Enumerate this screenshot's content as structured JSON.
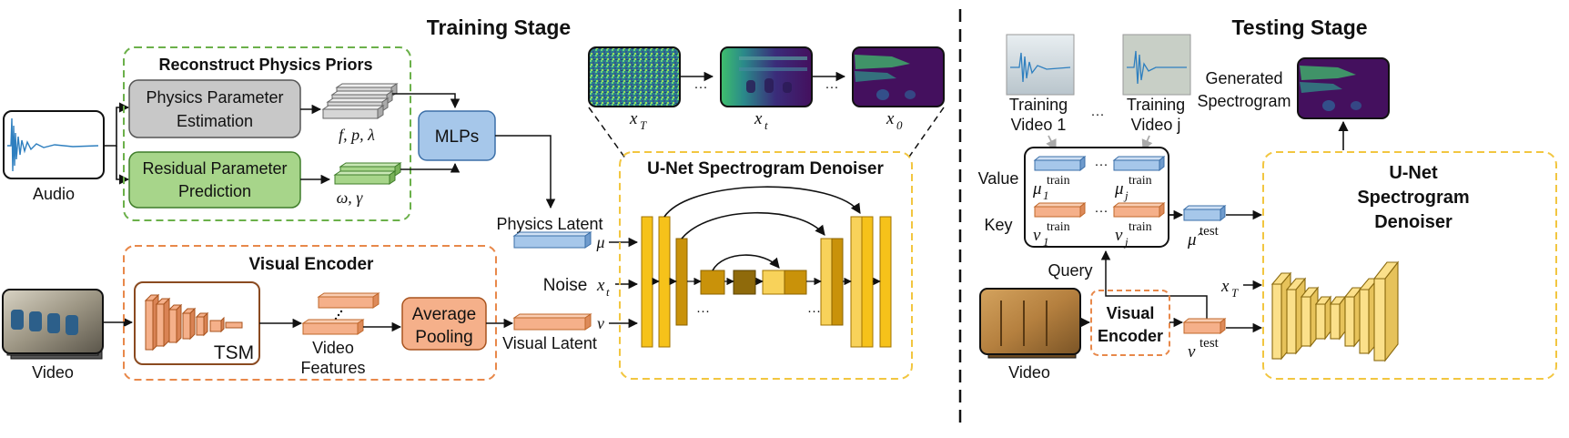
{
  "training": {
    "title": "Training Stage",
    "priors": {
      "title": "Reconstruct Physics Priors",
      "physics_est": [
        "Physics Parameter",
        "Estimation"
      ],
      "residual_pred": [
        "Residual Parameter",
        "Prediction"
      ],
      "physics_params": "f, p, λ",
      "residual_params": "ω, γ",
      "mlps": "MLPs"
    },
    "audio_label": "Audio",
    "video_label": "Video",
    "visual_encoder": {
      "title": "Visual Encoder",
      "tsm": "TSM",
      "video_features": [
        "Video",
        "Features"
      ],
      "avg_pooling": [
        "Average",
        "Pooling"
      ]
    },
    "latents": {
      "physics": "Physics Latent",
      "mu": "μ",
      "noise": "Noise",
      "xt": "x",
      "xt_sub": "t",
      "visual": "Visual Latent",
      "nu": "ν"
    },
    "unet_title": "U-Net Spectrogram Denoiser",
    "spectrograms": [
      {
        "var": "x",
        "sub": "T"
      },
      {
        "var": "x",
        "sub": "t"
      },
      {
        "var": "x",
        "sub": "0"
      }
    ],
    "ellipsis": "···"
  },
  "testing": {
    "title": "Testing Stage",
    "train_videos": [
      [
        "Training",
        "Video 1"
      ],
      [
        "Training",
        "Video j"
      ]
    ],
    "generated": [
      "Generated",
      "Spectrogram"
    ],
    "value_label": "Value",
    "key_label": "Key",
    "query_label": "Query",
    "mu1": {
      "var": "μ",
      "sub": "1",
      "sup": "train"
    },
    "muj": {
      "var": "μ",
      "sub": "j",
      "sup": "train"
    },
    "nu1": {
      "var": "ν",
      "sub": "1",
      "sup": "train"
    },
    "nuj": {
      "var": "ν",
      "sub": "j",
      "sup": "train"
    },
    "mu_hat": {
      "var": "μ̂",
      "sup": "test"
    },
    "nu_test": {
      "var": "ν",
      "sup": "test"
    },
    "xT": {
      "var": "x",
      "sub": "T"
    },
    "video_label": "Video",
    "visual_encoder": [
      "Visual",
      "Encoder"
    ],
    "unet": [
      "U-Net",
      "Spectrogram",
      "Denoiser"
    ]
  },
  "colors": {
    "green_dash": "#6bb04a",
    "orange_dash": "#e8884a",
    "yellow_dash": "#f2c640",
    "gray_box": "#c8c8c8",
    "green_box": "#a7d58a",
    "blue_box": "#a6c7ea",
    "orange_box": "#f5b08a",
    "unet_yellow": "#f6c21a",
    "unet_dark": "#c9920a",
    "spectrogram_dark": "#3a0f5e",
    "spectrogram_green": "#3fbf6c"
  }
}
